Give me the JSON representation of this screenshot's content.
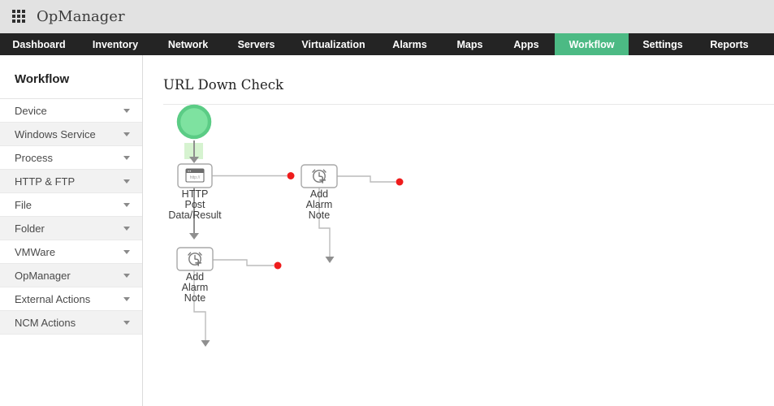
{
  "app": {
    "name": "OpManager"
  },
  "nav": {
    "items": [
      {
        "label": "Dashboard",
        "active": false
      },
      {
        "label": "Inventory",
        "active": false
      },
      {
        "label": "Network",
        "active": false
      },
      {
        "label": "Servers",
        "active": false
      },
      {
        "label": "Virtualization",
        "active": false
      },
      {
        "label": "Alarms",
        "active": false
      },
      {
        "label": "Maps",
        "active": false
      },
      {
        "label": "Apps",
        "active": false
      },
      {
        "label": "Workflow",
        "active": true
      },
      {
        "label": "Settings",
        "active": false
      },
      {
        "label": "Reports",
        "active": false
      }
    ]
  },
  "sidebar": {
    "title": "Workflow",
    "items": [
      {
        "label": "Device"
      },
      {
        "label": "Windows Service"
      },
      {
        "label": "Process"
      },
      {
        "label": "HTTP & FTP"
      },
      {
        "label": "File"
      },
      {
        "label": "Folder"
      },
      {
        "label": "VMWare"
      },
      {
        "label": "OpManager"
      },
      {
        "label": "External Actions"
      },
      {
        "label": "NCM Actions"
      }
    ]
  },
  "main": {
    "title": "URL Down Check",
    "workflow": {
      "start": {
        "type": "start-node"
      },
      "nodes": [
        {
          "id": "http-post-data-result",
          "icon": "browser-http-icon",
          "icon_text": "http://",
          "lines": [
            "HTTP",
            "Post",
            "Data/Result"
          ]
        },
        {
          "id": "add-alarm-note-right",
          "icon": "alarm-clock-plus-icon",
          "lines": [
            "Add",
            "Alarm",
            "Note"
          ]
        },
        {
          "id": "add-alarm-note-bottom",
          "icon": "alarm-clock-plus-icon",
          "lines": [
            "Add",
            "Alarm",
            "Note"
          ]
        }
      ]
    }
  },
  "colors": {
    "topbar_bg": "#e2e2e2",
    "nav_bg": "#242424",
    "active_tab_green": "#4cba84",
    "start_node_fill": "#7ee2a0",
    "start_node_border": "#5bcc85",
    "start_highlight": "#d6f3d0",
    "endpoint_red": "#ee1c1c",
    "connector_gray": "#bcbcbc"
  }
}
